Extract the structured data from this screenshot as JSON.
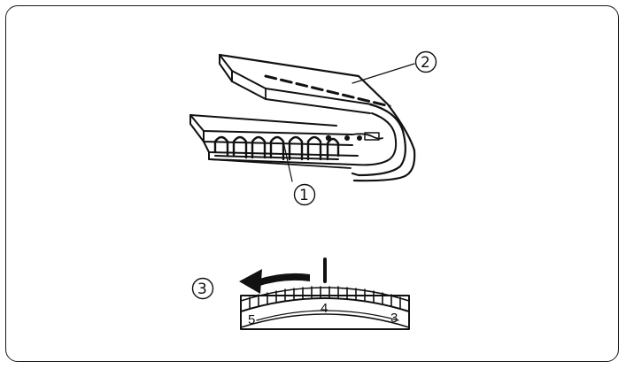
{
  "callouts": {
    "label_1": "1",
    "label_2": "2",
    "label_3": "3"
  },
  "dial": {
    "numbers": [
      "5",
      "4",
      "3"
    ]
  }
}
